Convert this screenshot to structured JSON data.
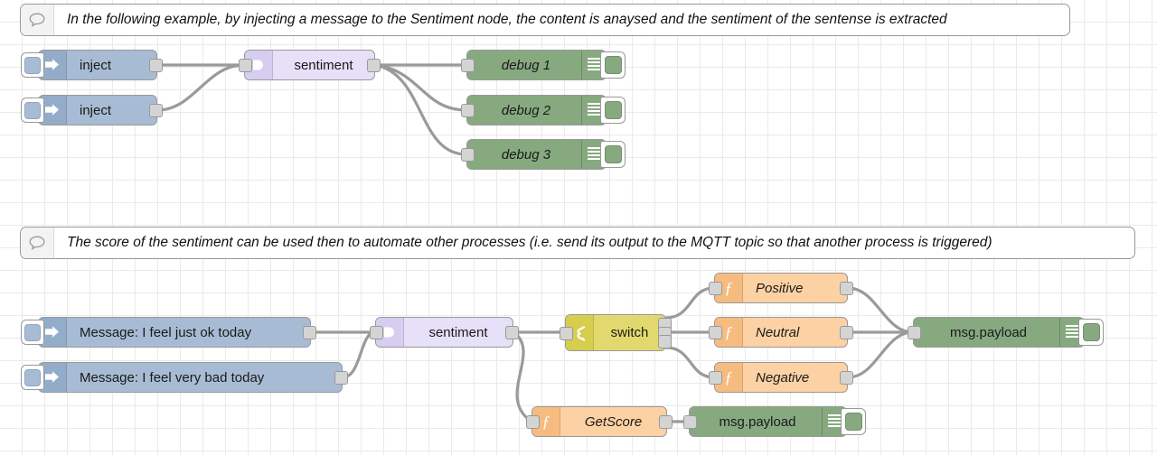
{
  "editor": {
    "name": "node-red-flow-canvas",
    "grid_size": 25,
    "colors": {
      "inject": "#a7bcd4",
      "sentiment": "#e6e0f8",
      "switch": "#e2d96e",
      "function": "#fcd2a4",
      "debug": "#87a980",
      "wire": "#9a9a9a",
      "grid": "#eaeaea"
    }
  },
  "comments": [
    {
      "id": "comment-top",
      "icon": "comment-bubble-icon",
      "text": "In the following example, by injecting a message to the Sentiment node, the content is anaysed and the sentiment of the sentense is extracted"
    },
    {
      "id": "comment-bottom",
      "icon": "comment-bubble-icon",
      "text": "The score of the sentiment can be used then to automate other processes (i.e. send its output to the MQTT topic so that another process is triggered)"
    }
  ],
  "flow_top": {
    "inject_nodes": [
      {
        "label": "inject",
        "icon": "inject-arrow-icon"
      },
      {
        "label": "inject",
        "icon": "inject-arrow-icon"
      }
    ],
    "sentiment": {
      "label": "sentiment",
      "icon": "sentiment-arrow-icon"
    },
    "debug_nodes": [
      {
        "label": "debug 1",
        "icon": "debug-lines-icon",
        "button": "debug-toggle-button"
      },
      {
        "label": "debug 2",
        "icon": "debug-lines-icon",
        "button": "debug-toggle-button"
      },
      {
        "label": "debug 3",
        "icon": "debug-lines-icon",
        "button": "debug-toggle-button"
      }
    ]
  },
  "flow_bottom": {
    "inject_nodes": [
      {
        "label": "Message: I feel just ok today",
        "icon": "inject-arrow-icon"
      },
      {
        "label": "Message: I feel very bad today",
        "icon": "inject-arrow-icon"
      }
    ],
    "sentiment": {
      "label": "sentiment",
      "icon": "sentiment-arrow-icon"
    },
    "switch": {
      "label": "switch",
      "icon": "switch-branch-icon",
      "outputs": 3
    },
    "function_nodes": [
      {
        "label": "Positive",
        "icon": "function-f-icon"
      },
      {
        "label": "Neutral",
        "icon": "function-f-icon"
      },
      {
        "label": "Negative",
        "icon": "function-f-icon"
      },
      {
        "label": "GetScore",
        "icon": "function-f-icon"
      }
    ],
    "debug_nodes": [
      {
        "label": "msg.payload",
        "icon": "debug-lines-icon",
        "button": "debug-toggle-button"
      },
      {
        "label": "msg.payload",
        "icon": "debug-lines-icon",
        "button": "debug-toggle-button"
      }
    ]
  }
}
